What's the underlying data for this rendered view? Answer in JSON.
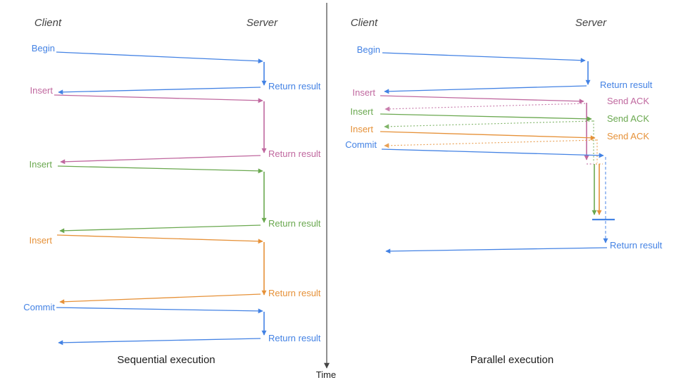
{
  "palette": {
    "blue": "#4382e4",
    "lightblue": "#7da7ee",
    "pink": "#c0689f",
    "green": "#6aa84f",
    "orange": "#e69138",
    "axis": "#454545",
    "hdr": "#434343",
    "titlecol": "#1d1d1d"
  },
  "left": {
    "title": "Sequential execution",
    "client_label": "Client",
    "server_label": "Server",
    "rows": [
      {
        "label": "Begin",
        "color": "blue",
        "return_label": "Return result"
      },
      {
        "label": "Insert",
        "color": "pink",
        "return_label": "Return result"
      },
      {
        "label": "Insert",
        "color": "green",
        "return_label": "Return result"
      },
      {
        "label": "Insert",
        "color": "orange",
        "return_label": "Return result"
      },
      {
        "label": "Commit",
        "color": "blue",
        "return_label": "Return result"
      }
    ]
  },
  "right": {
    "title": "Parallel execution",
    "client_label": "Client",
    "server_label": "Server",
    "rows": [
      {
        "label": "Begin",
        "color": "blue",
        "response_label": "Return result"
      },
      {
        "label": "Insert",
        "color": "pink",
        "response_label": "Send ACK"
      },
      {
        "label": "Insert",
        "color": "green",
        "response_label": "Send ACK"
      },
      {
        "label": "Insert",
        "color": "orange",
        "response_label": "Send ACK"
      },
      {
        "label": "Commit",
        "color": "blue"
      }
    ],
    "final_return_label": "Return result"
  },
  "time_axis": {
    "label": "Time"
  }
}
